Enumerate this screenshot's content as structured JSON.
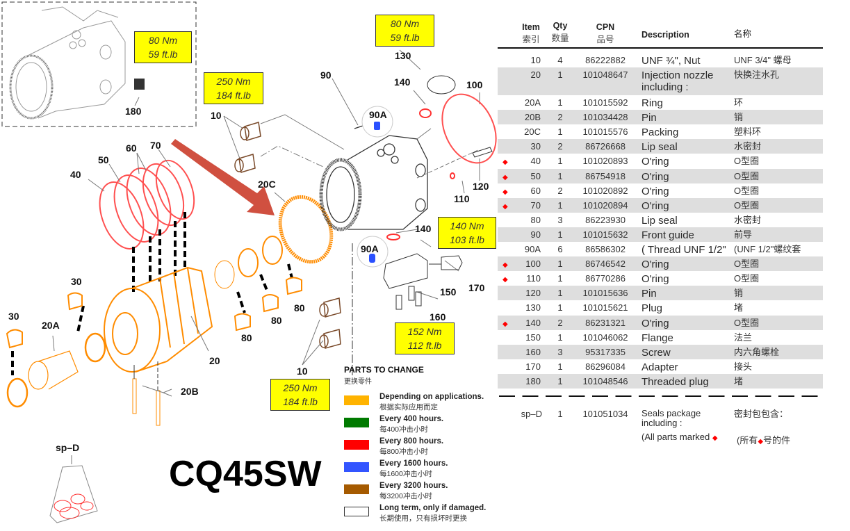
{
  "model": "CQ45SW",
  "callouts": {
    "c180": "180",
    "c10a": "10",
    "c10b": "10",
    "c90": "90",
    "c90A_top": "90A",
    "c90A_bot": "90A",
    "c130": "130",
    "c140_top": "140",
    "c140_bot": "140",
    "c100": "100",
    "c120": "120",
    "c110": "110",
    "c20C": "20C",
    "c40": "40",
    "c50": "50",
    "c60": "60",
    "c70": "70",
    "c30a": "30",
    "c30b": "30",
    "c20A": "20A",
    "c20": "20",
    "c20B": "20B",
    "c80a": "80",
    "c80b": "80",
    "c80c": "80",
    "c150": "150",
    "c170": "170",
    "c160": "160",
    "cspD": "sp–D"
  },
  "torque_labels": [
    {
      "nm": "80 Nm",
      "ftlb": "59 ft.lb"
    },
    {
      "nm": "80 Nm",
      "ftlb": "59 ft.lb"
    },
    {
      "nm": "250 Nm",
      "ftlb": "184 ft.lb"
    },
    {
      "nm": "140 Nm",
      "ftlb": "103  ft.lb"
    },
    {
      "nm": "152 Nm",
      "ftlb": "112  ft.lb"
    },
    {
      "nm": "250 Nm",
      "ftlb": "184 ft.lb"
    }
  ],
  "legend": {
    "title": "PARTS TO CHANGE",
    "title_zh": "更换零件",
    "items": [
      {
        "color": "#ffb300",
        "label": "Depending on applications.",
        "label_zh": "根据实际应用而定"
      },
      {
        "color": "#007a00",
        "label": "Every 400 hours.",
        "label_zh": "每400冲击小时"
      },
      {
        "color": "#ff0000",
        "label": "Every 800 hours.",
        "label_zh": "每800冲击小时"
      },
      {
        "color": "#3355ff",
        "label": "Every 1600 hours.",
        "label_zh": "每1600冲击小时"
      },
      {
        "color": "#a55a00",
        "label": "Every 3200 hours.",
        "label_zh": "每3200冲击小时"
      },
      {
        "color": "#ffffff",
        "label": "Long term, only if damaged.",
        "label_zh": "长期使用，只有损坏时更换"
      }
    ]
  },
  "table": {
    "headers": {
      "item": "Item",
      "item_zh": "索引",
      "qty": "Qty",
      "qty_zh": "数量",
      "cpn": "CPN",
      "cpn_zh": "品号",
      "desc": "Description",
      "name_zh": "名称"
    },
    "marker": "◆",
    "rows": [
      {
        "item": "10",
        "qty": "4",
        "cpn": "86222882",
        "desc": "UNF ¾\", Nut",
        "desc2": "",
        "zh": "UNF 3/4\" 螺母",
        "marked": false
      },
      {
        "item": "20",
        "qty": "1",
        "cpn": "101048647",
        "desc": "Injection nozzle",
        "desc2": "including :",
        "zh": "快换注水孔",
        "marked": false
      },
      {
        "item": "20A",
        "qty": "1",
        "cpn": "101015592",
        "desc": "Ring",
        "desc2": "",
        "zh": "环",
        "marked": false
      },
      {
        "item": "20B",
        "qty": "2",
        "cpn": "101034428",
        "desc": "Pin",
        "desc2": "",
        "zh": "销",
        "marked": false
      },
      {
        "item": "20C",
        "qty": "1",
        "cpn": "101015576",
        "desc": "Packing",
        "desc2": "",
        "zh": "塑料环",
        "marked": false
      },
      {
        "item": "30",
        "qty": "2",
        "cpn": "86726668",
        "desc": "Lip seal",
        "desc2": "",
        "zh": "水密封",
        "marked": false
      },
      {
        "item": "40",
        "qty": "1",
        "cpn": "101020893",
        "desc": "O'ring",
        "desc2": "",
        "zh": "O型圈",
        "marked": true
      },
      {
        "item": "50",
        "qty": "1",
        "cpn": "86754918",
        "desc": "O'ring",
        "desc2": "",
        "zh": "O型圈",
        "marked": true
      },
      {
        "item": "60",
        "qty": "2",
        "cpn": "101020892",
        "desc": "O'ring",
        "desc2": "",
        "zh": "O型圈",
        "marked": true
      },
      {
        "item": "70",
        "qty": "1",
        "cpn": "101020894",
        "desc": "O'ring",
        "desc2": "",
        "zh": "O型圈",
        "marked": true
      },
      {
        "item": "80",
        "qty": "3",
        "cpn": "86223930",
        "desc": "Lip seal",
        "desc2": "",
        "zh": "水密封",
        "marked": false
      },
      {
        "item": "90",
        "qty": "1",
        "cpn": "101015632",
        "desc": "Front guide",
        "desc2": "",
        "zh": "前导",
        "marked": false
      },
      {
        "item": "90A",
        "qty": "6",
        "cpn": "86586302",
        "desc": "( Thread UNF 1/2\"",
        "desc2": "",
        "zh": "(UNF 1/2\"螺纹套",
        "marked": false
      },
      {
        "item": "100",
        "qty": "1",
        "cpn": "86746542",
        "desc": "O'ring",
        "desc2": "",
        "zh": "O型圈",
        "marked": true
      },
      {
        "item": "110",
        "qty": "1",
        "cpn": "86770286",
        "desc": "O'ring",
        "desc2": "",
        "zh": "O型圈",
        "marked": true
      },
      {
        "item": "120",
        "qty": "1",
        "cpn": "101015636",
        "desc": "Pin",
        "desc2": "",
        "zh": "销",
        "marked": false
      },
      {
        "item": "130",
        "qty": "1",
        "cpn": "101015621",
        "desc": "Plug",
        "desc2": "",
        "zh": "堵",
        "marked": false
      },
      {
        "item": "140",
        "qty": "2",
        "cpn": "86231321",
        "desc": "O'ring",
        "desc2": "",
        "zh": "O型圈",
        "marked": true
      },
      {
        "item": "150",
        "qty": "1",
        "cpn": "101046062",
        "desc": "Flange",
        "desc2": "",
        "zh": "法兰",
        "marked": false
      },
      {
        "item": "160",
        "qty": "3",
        "cpn": "95317335",
        "desc": "Screw",
        "desc2": "",
        "zh": "内六角螺栓",
        "marked": false
      },
      {
        "item": "170",
        "qty": "1",
        "cpn": "86296084",
        "desc": "Adapter",
        "desc2": "",
        "zh": "接头",
        "marked": false
      },
      {
        "item": "180",
        "qty": "1",
        "cpn": "101048546",
        "desc": "Threaded plug",
        "desc2": "",
        "zh": "堵",
        "marked": false
      }
    ],
    "footer": {
      "item": "sp–D",
      "qty": "1",
      "cpn": "101051034",
      "desc": "Seals package",
      "desc2": "including :",
      "desc3": "(All parts marked",
      "zh": "密封包包含：",
      "zh2": "(所有",
      "zh3": "号的件"
    }
  }
}
